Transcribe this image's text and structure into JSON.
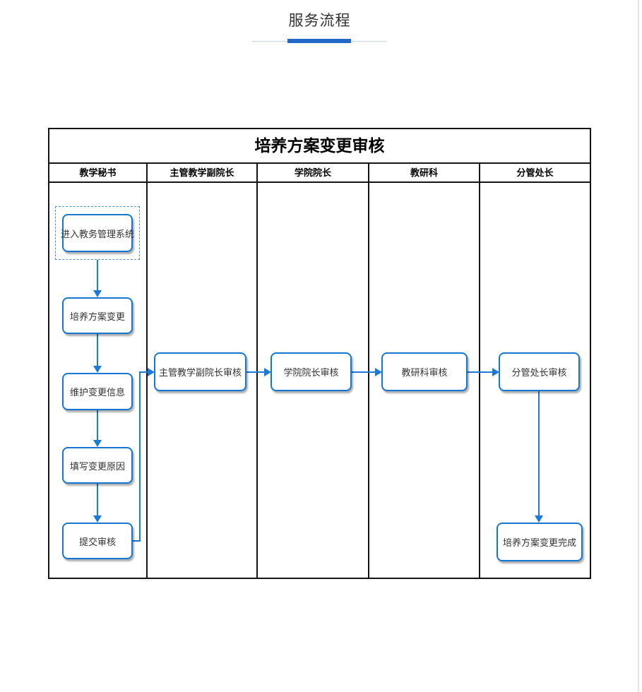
{
  "page": {
    "section_title": "服务流程"
  },
  "flowchart": {
    "title": "培养方案变更审核",
    "lanes": [
      {
        "label": "教学秘书"
      },
      {
        "label": "主管教学副院长"
      },
      {
        "label": "学院院长"
      },
      {
        "label": "教研科"
      },
      {
        "label": "分管处长"
      }
    ],
    "nodes": [
      {
        "id": "enter-system",
        "label": "进入教务管理系统",
        "lane": "教学秘书",
        "selected": true
      },
      {
        "id": "plan-change",
        "label": "培养方案变更",
        "lane": "教学秘书",
        "selected": false
      },
      {
        "id": "maintain-info",
        "label": "维护变更信息",
        "lane": "教学秘书",
        "selected": false
      },
      {
        "id": "fill-reason",
        "label": "填写变更原因",
        "lane": "教学秘书",
        "selected": false
      },
      {
        "id": "submit-review",
        "label": "提交审核",
        "lane": "教学秘书",
        "selected": false
      },
      {
        "id": "vice-dean-review",
        "label": "主管教学副院长审核",
        "lane": "主管教学副院长",
        "selected": false
      },
      {
        "id": "dean-review",
        "label": "学院院长审核",
        "lane": "学院院长",
        "selected": false
      },
      {
        "id": "teach-office-review",
        "label": "教研科审核",
        "lane": "教研科",
        "selected": false
      },
      {
        "id": "director-review",
        "label": "分管处长审核",
        "lane": "分管处长",
        "selected": false
      },
      {
        "id": "change-complete",
        "label": "培养方案变更完成",
        "lane": "分管处长",
        "selected": false
      }
    ],
    "edges": [
      {
        "from": "enter-system",
        "to": "plan-change"
      },
      {
        "from": "plan-change",
        "to": "maintain-info"
      },
      {
        "from": "maintain-info",
        "to": "fill-reason"
      },
      {
        "from": "fill-reason",
        "to": "submit-review"
      },
      {
        "from": "submit-review",
        "to": "vice-dean-review"
      },
      {
        "from": "vice-dean-review",
        "to": "dean-review"
      },
      {
        "from": "dean-review",
        "to": "teach-office-review"
      },
      {
        "from": "teach-office-review",
        "to": "director-review"
      },
      {
        "from": "director-review",
        "to": "change-complete"
      }
    ],
    "colors": {
      "node_border": "#1677d2",
      "arrow": "#1b79d8",
      "accent_bar": "#2368c9",
      "table_border": "#141414",
      "underline": "#c9d7ec"
    }
  }
}
